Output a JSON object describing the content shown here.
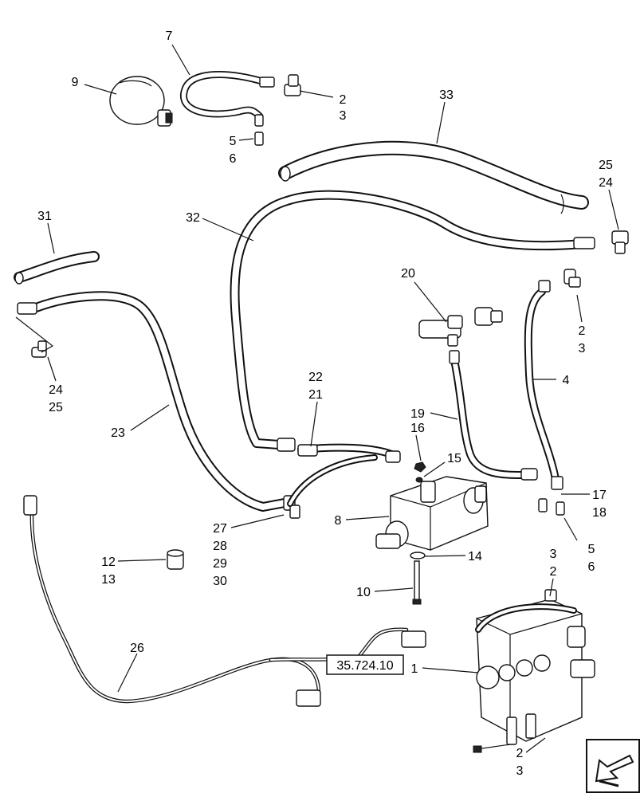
{
  "diagram": {
    "reference_box": "35.724.10",
    "callouts": [
      {
        "id": "c7",
        "text": "7"
      },
      {
        "id": "c9",
        "text": "9"
      },
      {
        "id": "c2a",
        "text": "2"
      },
      {
        "id": "c3a",
        "text": "3"
      },
      {
        "id": "c5a",
        "text": "5"
      },
      {
        "id": "c6a",
        "text": "6"
      },
      {
        "id": "c33",
        "text": "33"
      },
      {
        "id": "c25a",
        "text": "25"
      },
      {
        "id": "c24a",
        "text": "24"
      },
      {
        "id": "c31",
        "text": "31"
      },
      {
        "id": "c32",
        "text": "32"
      },
      {
        "id": "c20",
        "text": "20"
      },
      {
        "id": "c2b",
        "text": "2"
      },
      {
        "id": "c3b",
        "text": "3"
      },
      {
        "id": "c4",
        "text": "4"
      },
      {
        "id": "c24b",
        "text": "24"
      },
      {
        "id": "c25b",
        "text": "25"
      },
      {
        "id": "c22",
        "text": "22"
      },
      {
        "id": "c21",
        "text": "21"
      },
      {
        "id": "c19",
        "text": "19"
      },
      {
        "id": "c16",
        "text": "16"
      },
      {
        "id": "c15",
        "text": "15"
      },
      {
        "id": "c23",
        "text": "23"
      },
      {
        "id": "c17",
        "text": "17"
      },
      {
        "id": "c18",
        "text": "18"
      },
      {
        "id": "c8",
        "text": "8"
      },
      {
        "id": "c27",
        "text": "27"
      },
      {
        "id": "c28",
        "text": "28"
      },
      {
        "id": "c29",
        "text": "29"
      },
      {
        "id": "c30",
        "text": "30"
      },
      {
        "id": "c5b",
        "text": "5"
      },
      {
        "id": "c6b",
        "text": "6"
      },
      {
        "id": "c12",
        "text": "12"
      },
      {
        "id": "c13",
        "text": "13"
      },
      {
        "id": "c14",
        "text": "14"
      },
      {
        "id": "c3c",
        "text": "3"
      },
      {
        "id": "c2c",
        "text": "2"
      },
      {
        "id": "c10",
        "text": "10"
      },
      {
        "id": "c26",
        "text": "26"
      },
      {
        "id": "c1",
        "text": "1"
      },
      {
        "id": "c2d",
        "text": "2"
      },
      {
        "id": "c3d",
        "text": "3"
      }
    ]
  }
}
